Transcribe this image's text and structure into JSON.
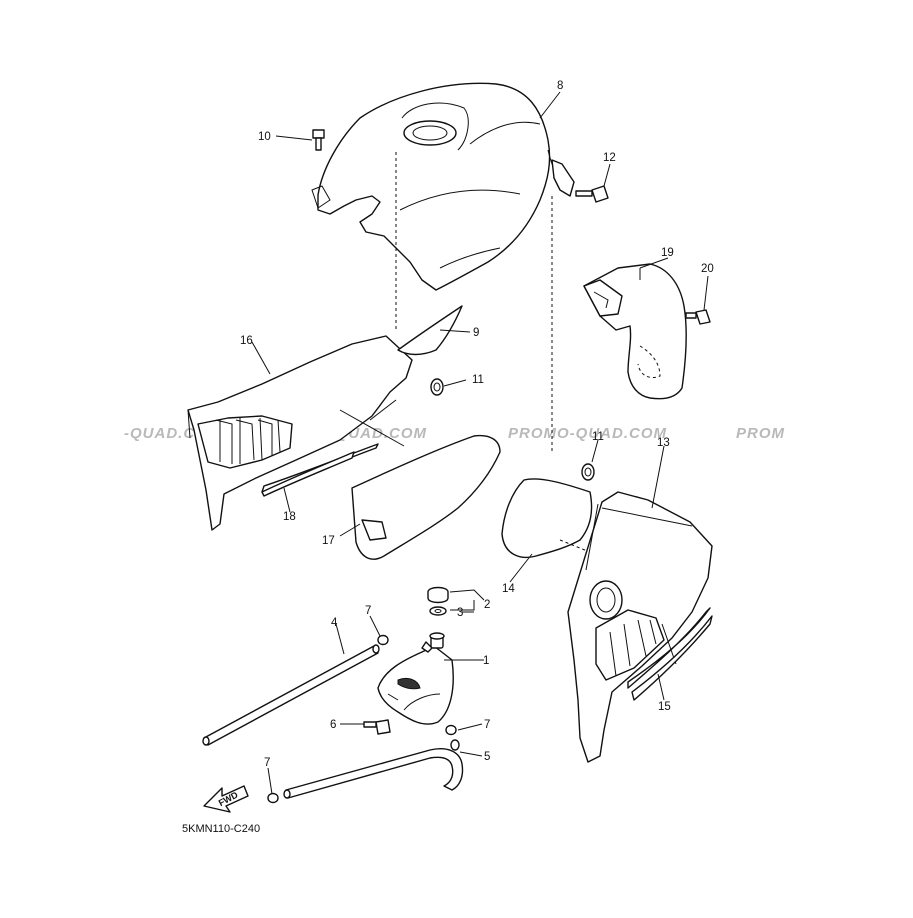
{
  "diagram": {
    "callouts": {
      "c1": "1",
      "c2": "2",
      "c3": "3",
      "c4": "4",
      "c5": "5",
      "c6": "6",
      "c7a": "7",
      "c7b": "7",
      "c7c": "7",
      "c8": "8",
      "c9": "9",
      "c10": "10",
      "c11a": "11",
      "c11b": "11",
      "c12": "12",
      "c13": "13",
      "c14": "14",
      "c15": "15",
      "c16": "16",
      "c17": "17",
      "c18": "18",
      "c19": "19",
      "c20": "20"
    },
    "watermark": {
      "w1": "-QUAD.COM",
      "w2": "PROMO-QUAD.COM",
      "w3": "PROMO-QUAD.COM",
      "w4": "PROM"
    },
    "fwd_label": "FWD",
    "drawing_code": "5KMN110-C240"
  }
}
